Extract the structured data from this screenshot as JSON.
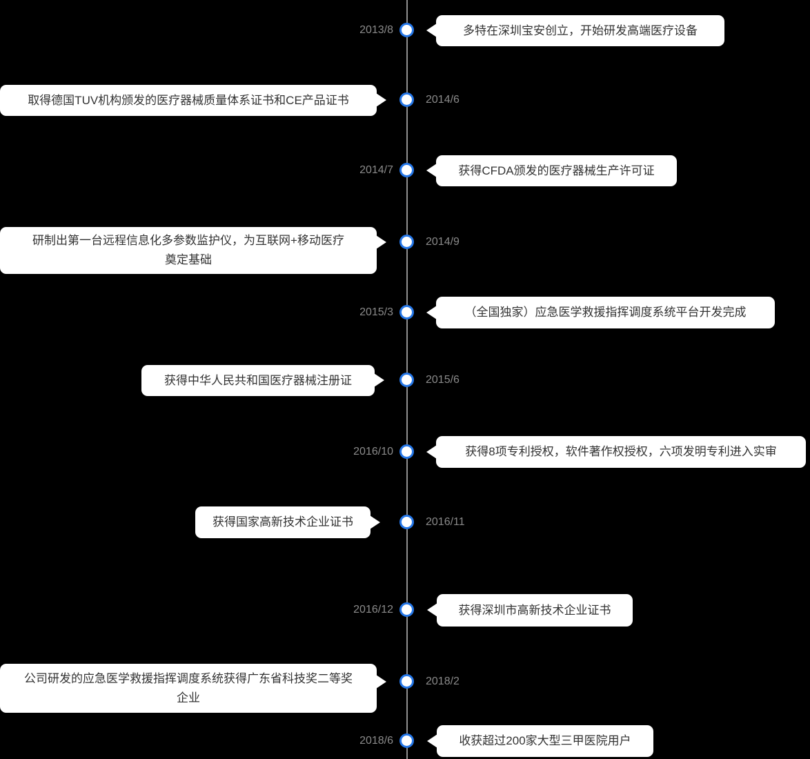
{
  "theme": {
    "page_bg": "#000000",
    "line_color": "#909090",
    "dot_fill": "#ffffff",
    "dot_border": "#2577e8",
    "date_color": "#8b8b8b",
    "card_bg": "#ffffff",
    "card_text": "#333333"
  },
  "timeline": {
    "events": [
      {
        "date": "2013/8",
        "side": "right",
        "text": "多特在深圳宝安创立，开始研发高端医疗设备"
      },
      {
        "date": "2014/6",
        "side": "left",
        "text": "取得德国TUV机构颁发的医疗器械质量体系证书和CE产品证书"
      },
      {
        "date": "2014/7",
        "side": "right",
        "text": "获得CFDA颁发的医疗器械生产许可证"
      },
      {
        "date": "2014/9",
        "side": "left",
        "text": "研制出第一台远程信息化多参数监护仪，为互联网+移动医疗\n奠定基础"
      },
      {
        "date": "2015/3",
        "side": "right",
        "text": "（全国独家）应急医学救援指挥调度系统平台开发完成"
      },
      {
        "date": "2015/6",
        "side": "left",
        "text": "获得中华人民共和国医疗器械注册证"
      },
      {
        "date": "2016/10",
        "side": "right",
        "text": "获得8项专利授权，软件著作权授权，六项发明专利进入实审"
      },
      {
        "date": "2016/11",
        "side": "left",
        "text": "获得国家高新技术企业证书"
      },
      {
        "date": "2016/12",
        "side": "right",
        "text": "获得深圳市高新技术企业证书"
      },
      {
        "date": "2018/2",
        "side": "left",
        "text": "公司研发的应急医学救援指挥调度系统获得广东省科技奖二等奖\n企业"
      },
      {
        "date": "2018/6",
        "side": "right",
        "text": "收获超过200家大型三甲医院用户"
      }
    ]
  }
}
